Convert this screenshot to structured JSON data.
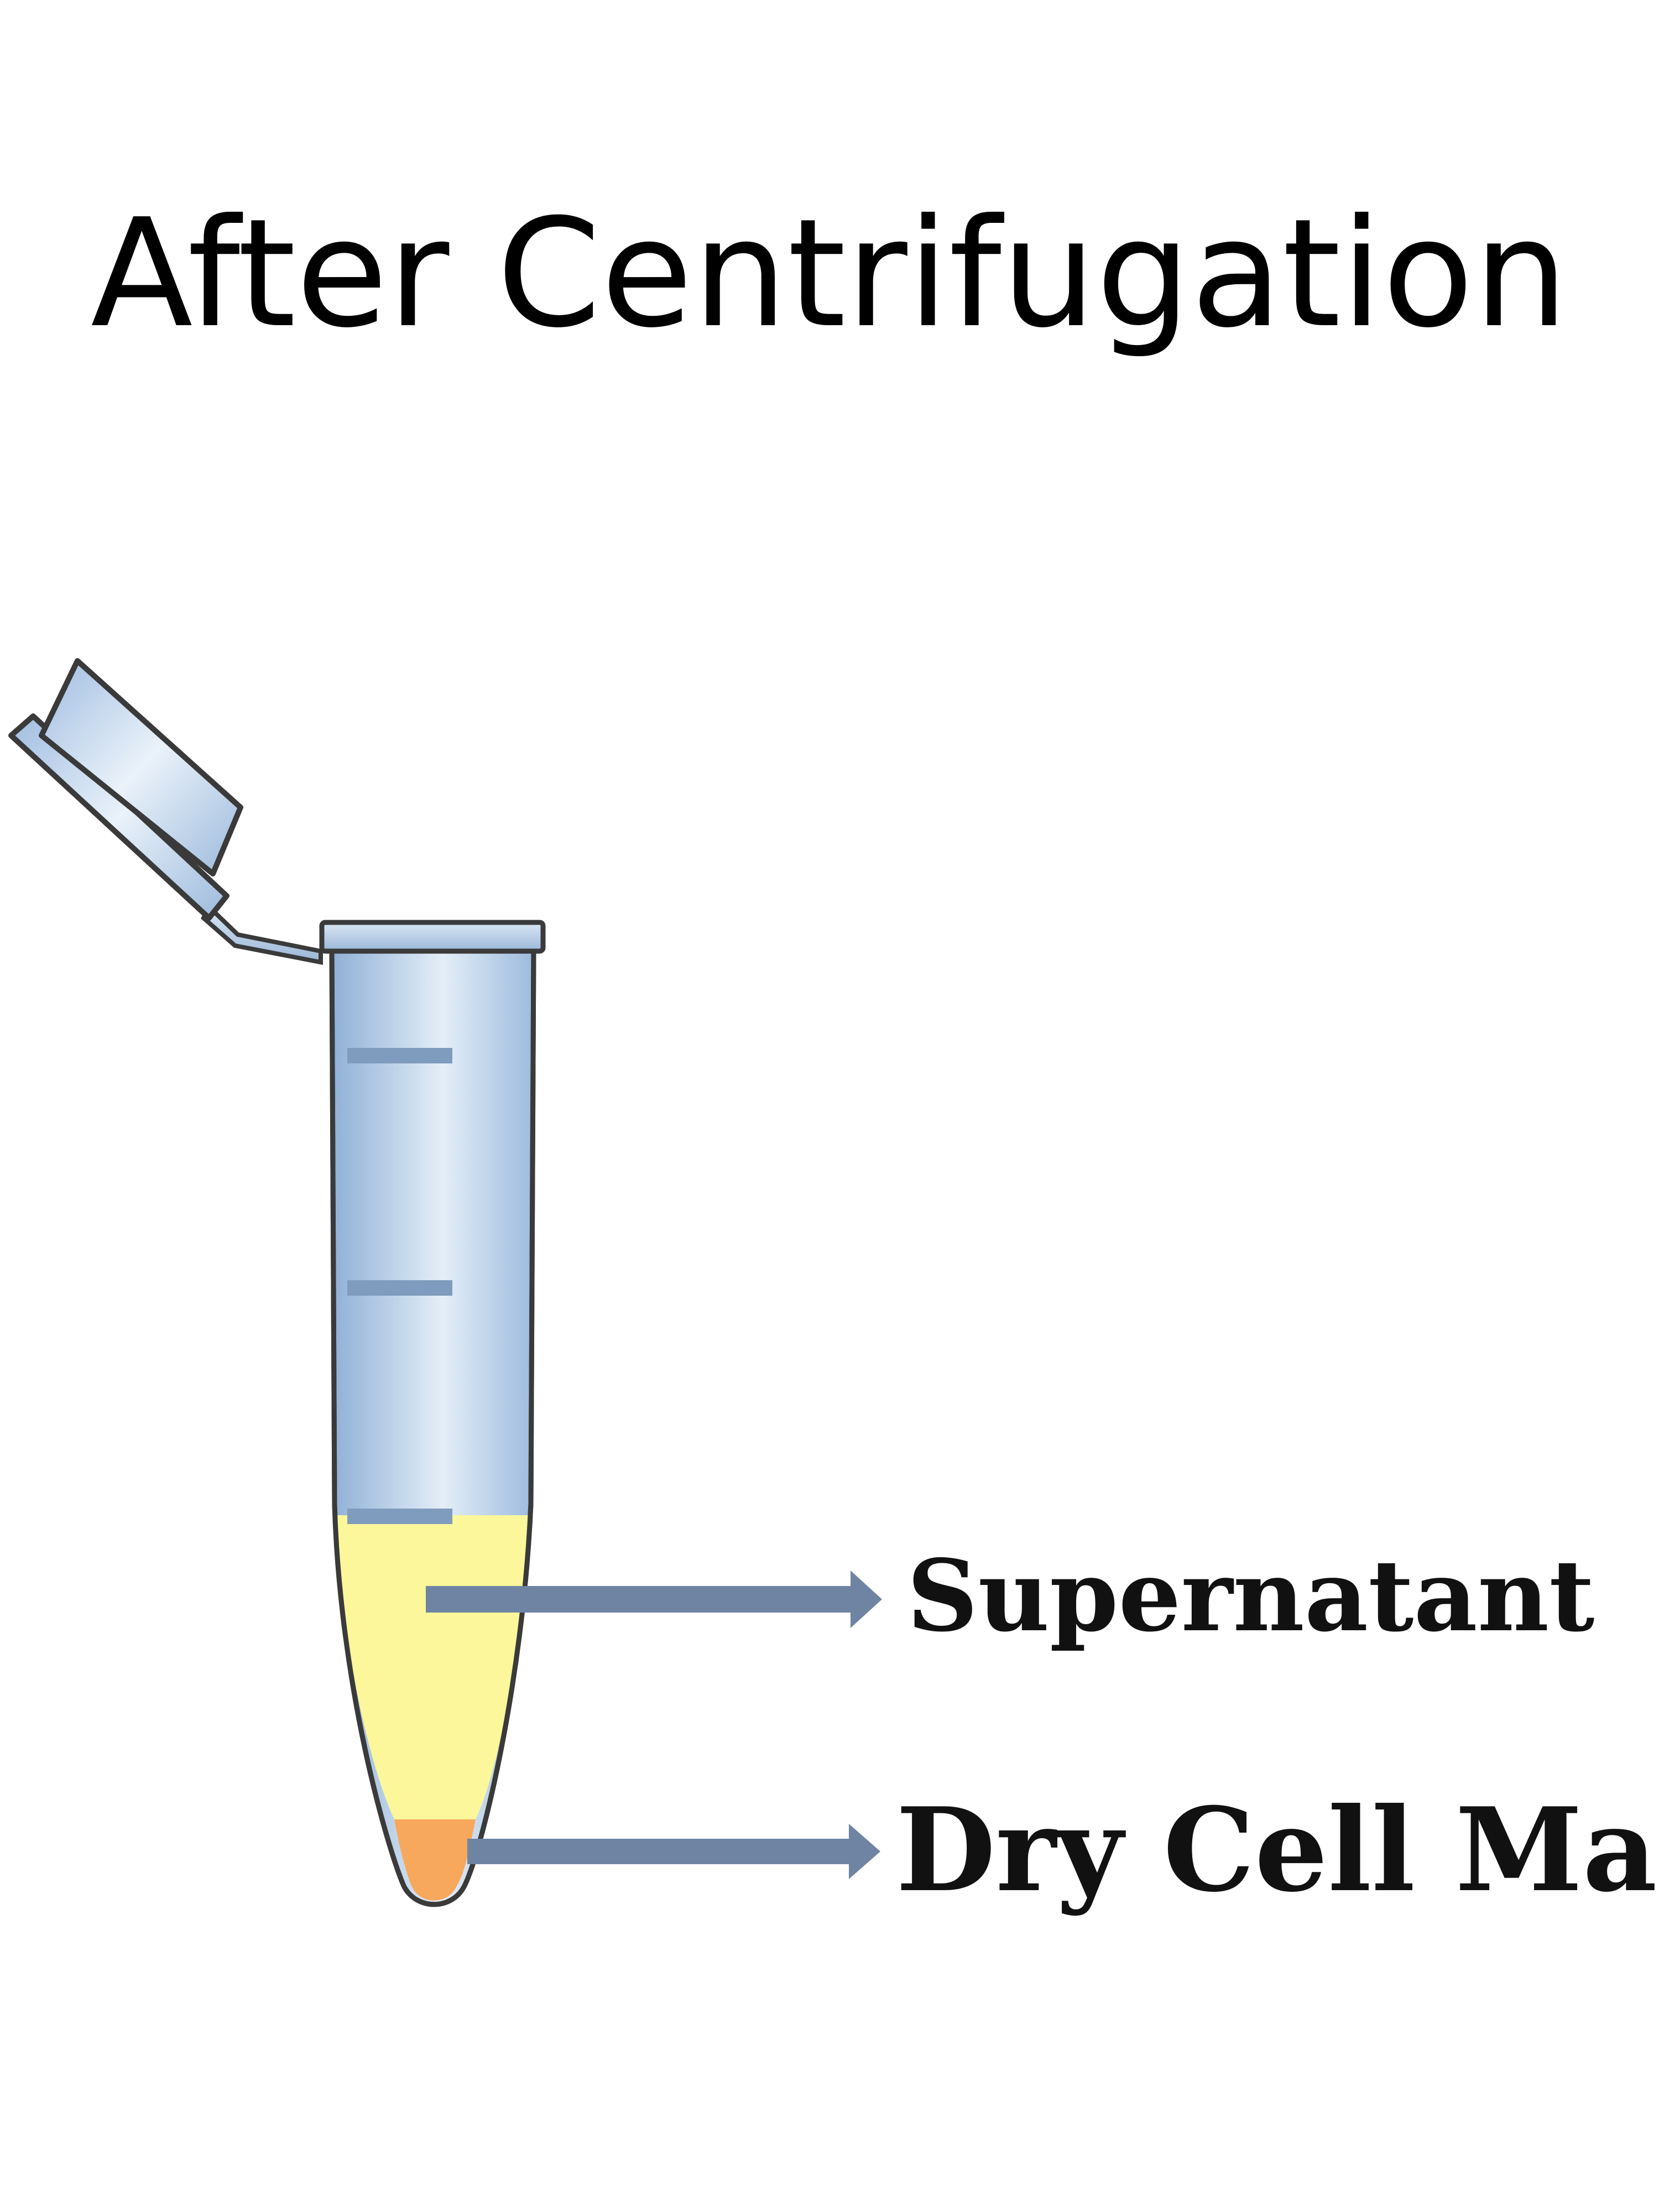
{
  "title": "After Centrifugation",
  "labels": {
    "supernatant": "Supernatant",
    "pellet": "Dry Cell Mass"
  },
  "colors": {
    "tube_body": "#a9c4e2",
    "tube_highlight": "#e8f0f8",
    "tube_outline": "#3a3a3a",
    "supernatant": "#fbf79a",
    "pellet": "#f7a85c",
    "arrow": "#6f84a3",
    "graduation": "#7f9bbd"
  }
}
